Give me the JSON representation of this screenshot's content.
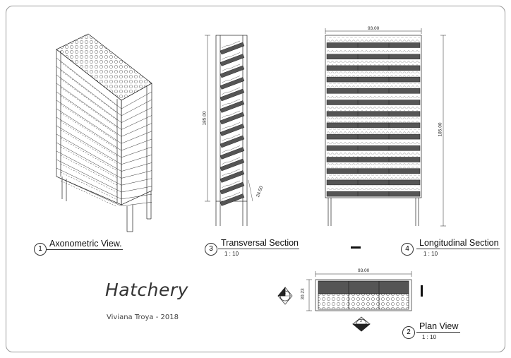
{
  "project": {
    "title": "Hatchery",
    "author": "Viviana Troya - 2018"
  },
  "views": [
    {
      "number": "1",
      "title": "Axonometric View.",
      "scale": ""
    },
    {
      "number": "3",
      "title": "Transversal Section",
      "scale": "1 : 10"
    },
    {
      "number": "4",
      "title": "Longitudinal Section",
      "scale": "1 : 10"
    },
    {
      "number": "2",
      "title": "Plan View",
      "scale": "1 : 10"
    }
  ],
  "dimensions": {
    "longitudinal_width": "93.00",
    "longitudinal_height": "185.00",
    "transversal_height": "185.00",
    "transversal_tray": "24.50",
    "plan_width": "93.00",
    "plan_depth": "30.23"
  },
  "markers": {
    "plan_left": "4",
    "plan_bottom": "3"
  },
  "colors": {
    "line": "#222222",
    "tray_fill": "#555555",
    "border": "#9a9a9a"
  }
}
